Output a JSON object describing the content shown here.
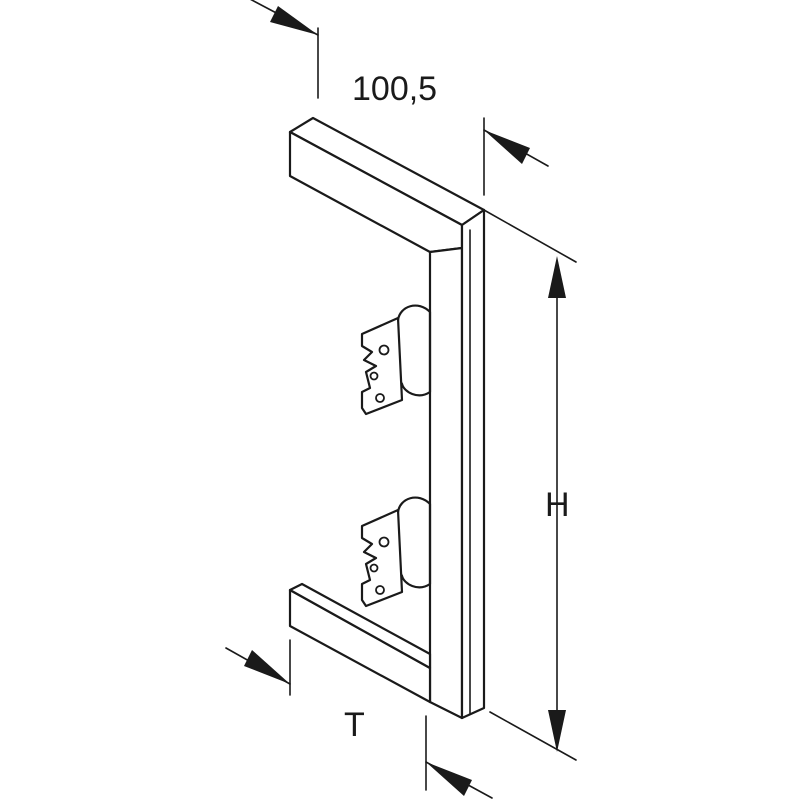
{
  "dimensions": {
    "width_label": "100,5",
    "height_label": "H",
    "depth_label": "T"
  }
}
